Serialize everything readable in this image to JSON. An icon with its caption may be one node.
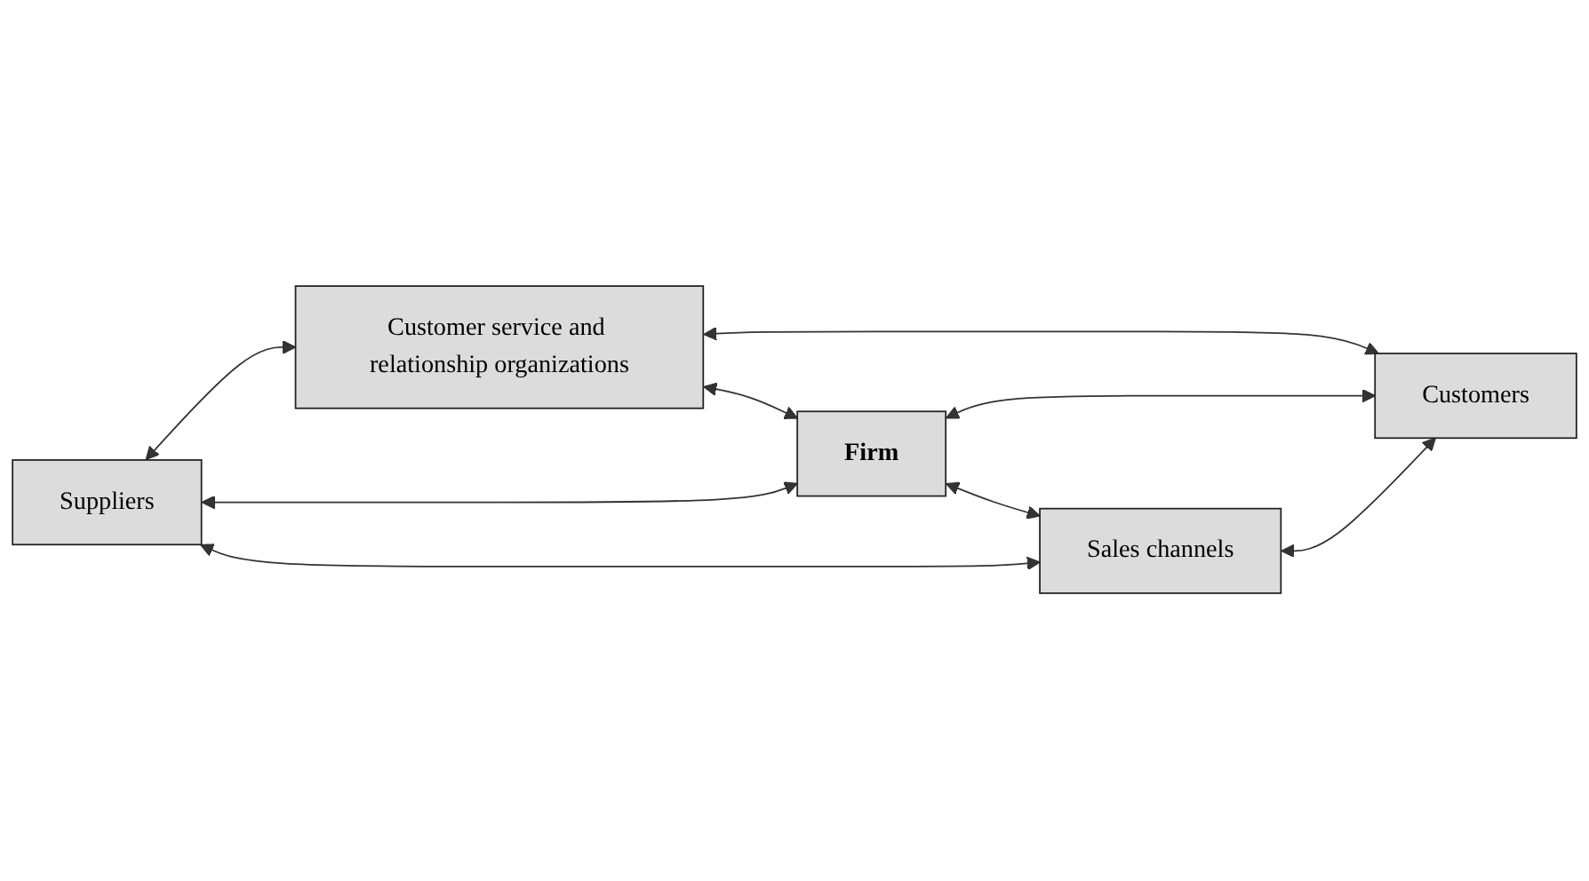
{
  "diagram": {
    "nodes": [
      {
        "text": [
          "Customer service and relationship organizations"
        ]
      },
      {
        "text": [
          "Suppliers"
        ]
      },
      {
        "text": [
          "Firm"
        ]
      },
      {
        "text": [
          "Customers"
        ]
      },
      {
        "text": [
          "Sales channels"
        ]
      }
    ],
    "edges": [
      {
        "from": 1,
        "to": 0,
        "arrow": "both"
      },
      {
        "from": 0,
        "to": 3,
        "arrow": "both"
      },
      {
        "from": 0,
        "to": 2,
        "arrow": "both"
      },
      {
        "from": 1,
        "to": 2,
        "arrow": "both"
      },
      {
        "from": 2,
        "to": 3,
        "arrow": "both"
      },
      {
        "from": 2,
        "to": 4,
        "arrow": "both"
      },
      {
        "from": 1,
        "to": 4,
        "arrow": "both"
      },
      {
        "from": 4,
        "to": 3,
        "arrow": "both"
      }
    ]
  }
}
